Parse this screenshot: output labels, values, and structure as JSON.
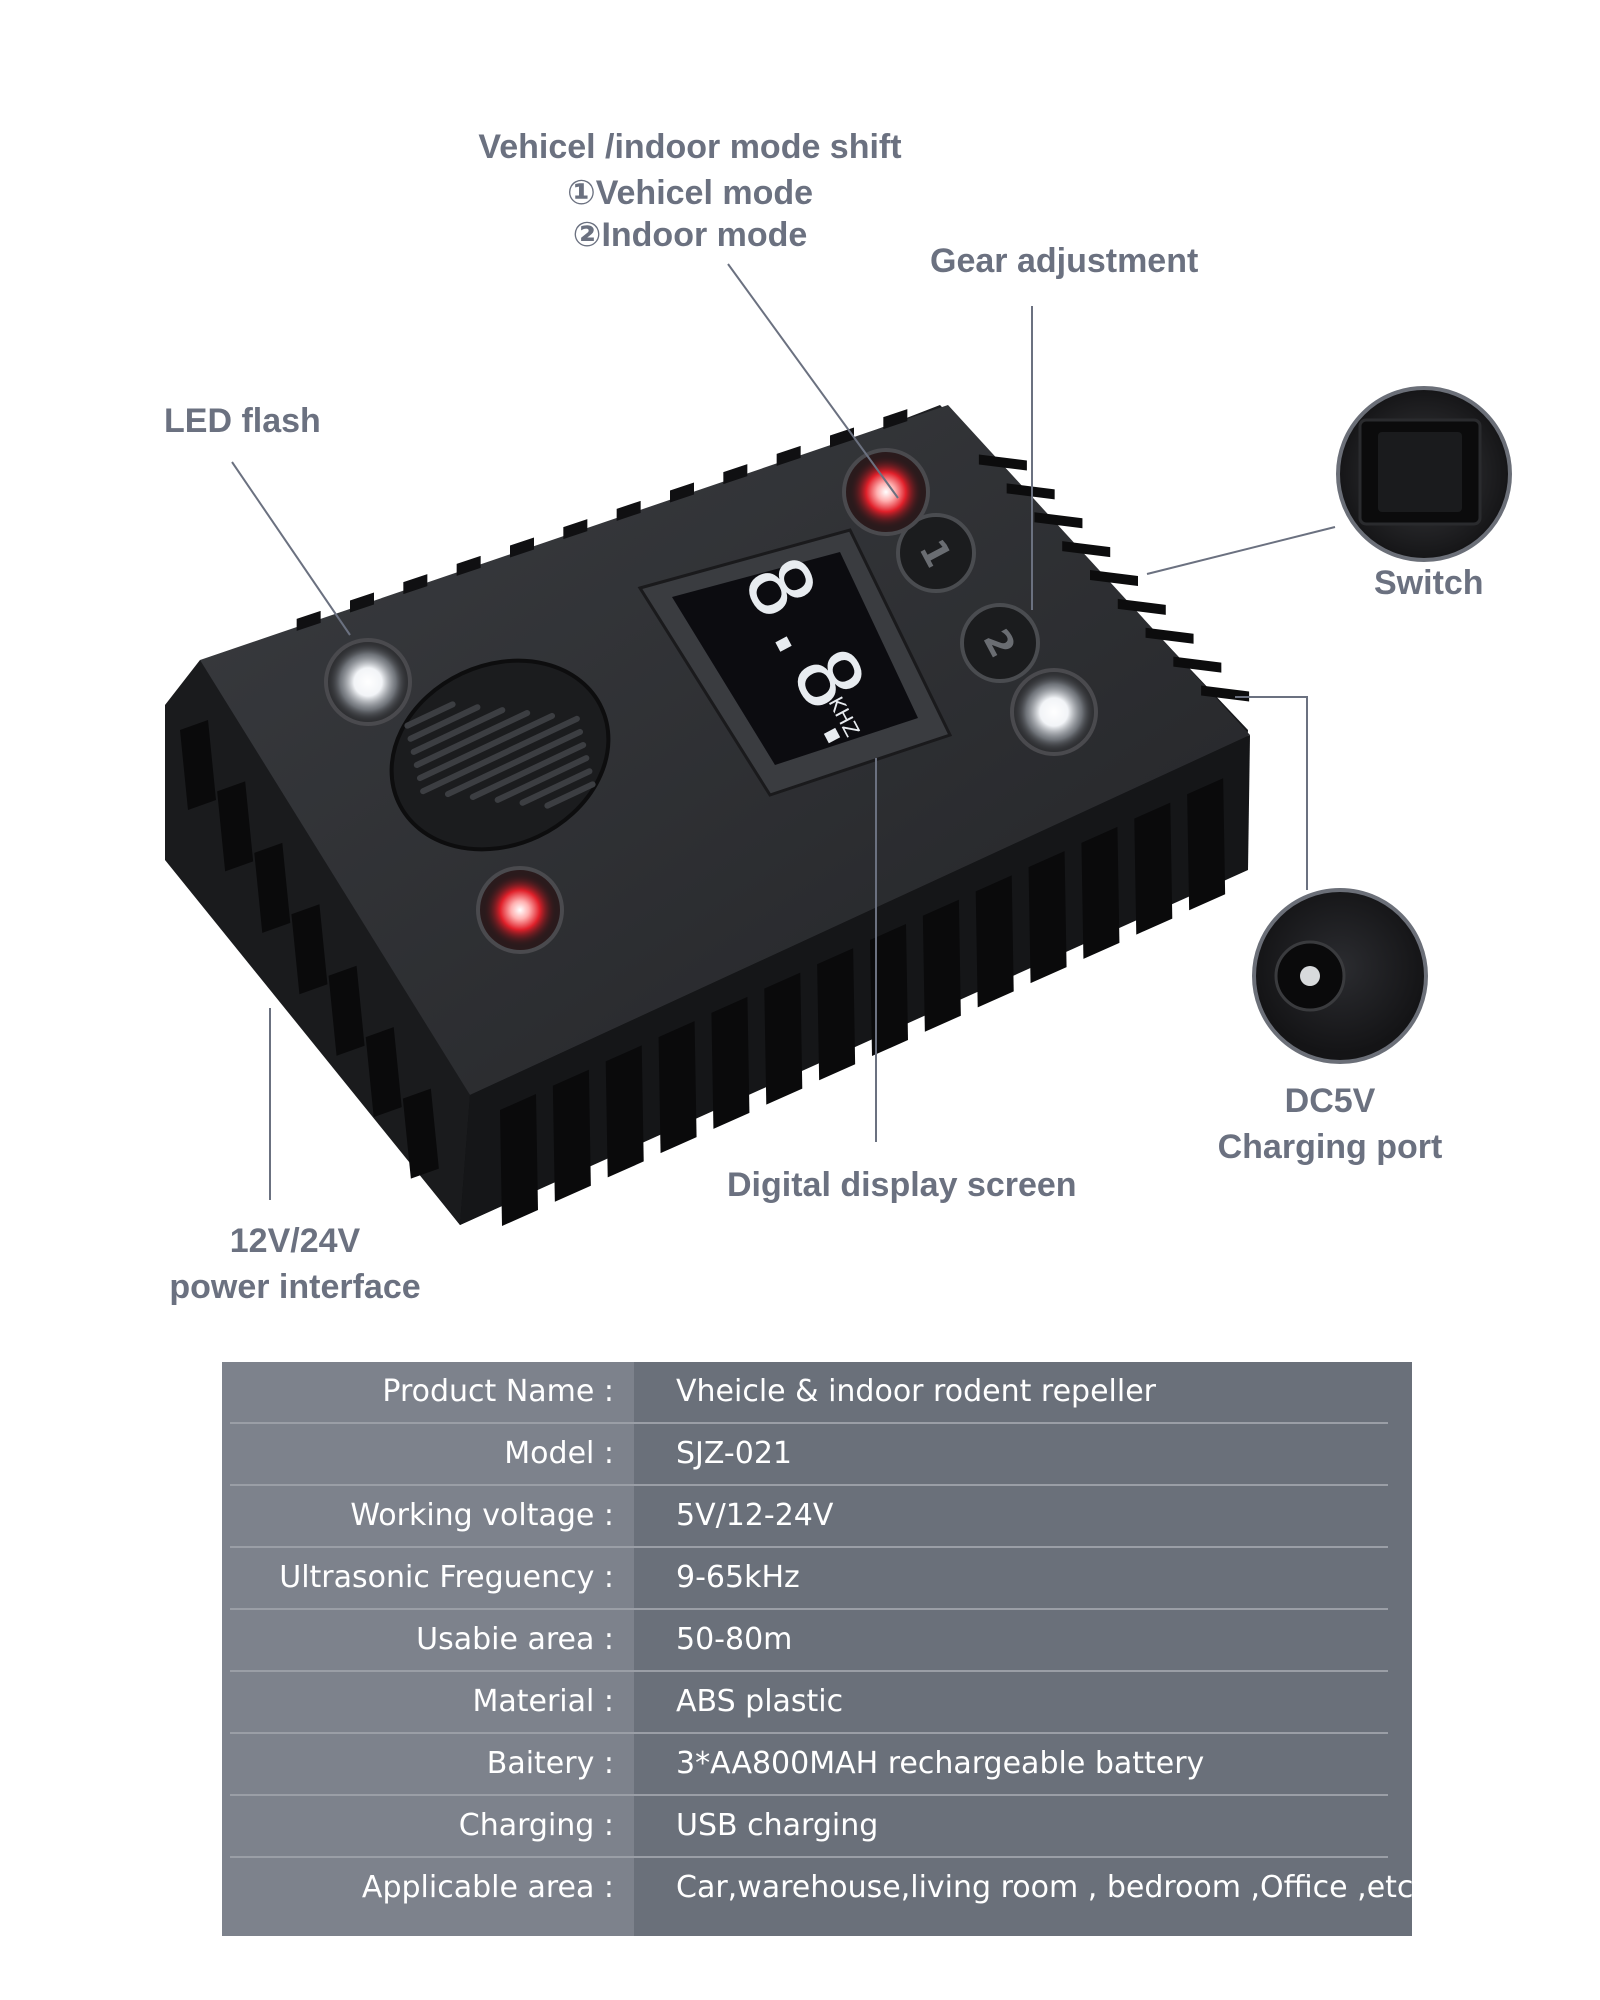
{
  "callouts": {
    "mode_shift": {
      "line1": "Vehicel /indoor mode shift",
      "line2": "①Vehicel mode",
      "line3": "②Indoor mode"
    },
    "gear_adjustment": "Gear adjustment",
    "led_flash": "LED flash",
    "switch": "Switch",
    "dc5v": {
      "line1": "DC5V",
      "line2": "Charging port"
    },
    "digital_display": "Digital display screen",
    "power_interface": {
      "line1": "12V/24V",
      "line2": "power interface"
    }
  },
  "device": {
    "display_reading": "8.8.",
    "display_unit": "KHZ",
    "button_1": "1",
    "button_2": "2"
  },
  "specs": [
    {
      "label": "Product Name :",
      "value": "Vheicle & indoor rodent repeller"
    },
    {
      "label": "Model  :",
      "value": "SJZ-021"
    },
    {
      "label": "Working voltage :",
      "value": "5V/12-24V"
    },
    {
      "label": "Ultrasonic Freguency :",
      "value": "9-65kHz"
    },
    {
      "label": "Usabie area :",
      "value": "50-80m"
    },
    {
      "label": "Material :",
      "value": "ABS plastic"
    },
    {
      "label": "Baitery :",
      "value": "3*AA800MAH rechargeable battery"
    },
    {
      "label": "Charging :",
      "value": "USB charging"
    },
    {
      "label": "Applicable area :",
      "value": "Car,warehouse,living room , bedroom ,Office ,etc"
    }
  ],
  "colors": {
    "callout_text": "#6b7180",
    "table_left": "#7d828c",
    "table_right": "#6a707a",
    "device_body": "#2a2b2e",
    "red_led": "#ff3b3b",
    "white_led": "#ffffff"
  }
}
